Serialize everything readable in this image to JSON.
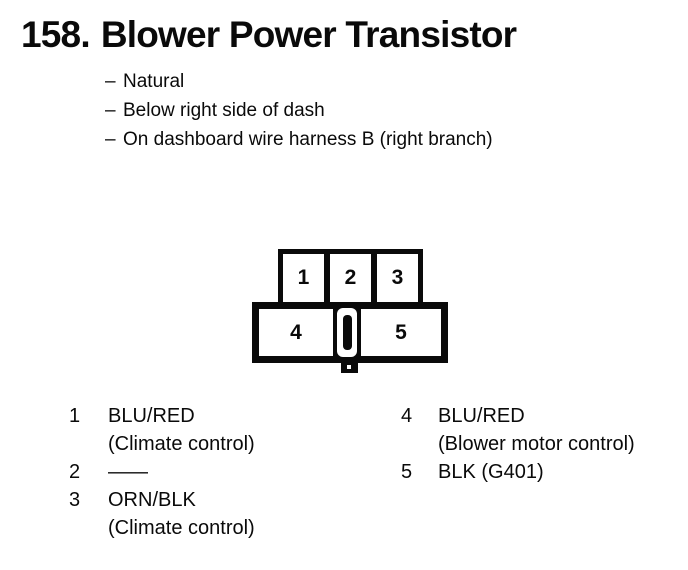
{
  "page": {
    "item_number": "158.",
    "title": "Blower Power Transistor"
  },
  "details": {
    "bullet_prefix": "–",
    "items": [
      "Natural",
      "Below right side of dash",
      "On dashboard wire harness B (right branch)"
    ]
  },
  "connector": {
    "top_row_pins": [
      "1",
      "2",
      "3"
    ],
    "bottom_left_pin": "4",
    "bottom_right_pin": "5"
  },
  "legend": {
    "left_column": [
      {
        "pin": "1",
        "wire": "BLU/RED",
        "note": "(Climate control)"
      },
      {
        "pin": "2",
        "wire": "——",
        "note": ""
      },
      {
        "pin": "3",
        "wire": "ORN/BLK",
        "note": "(Climate control)"
      }
    ],
    "right_column": [
      {
        "pin": "4",
        "wire": "BLU/RED",
        "note": "(Blower motor control)"
      },
      {
        "pin": "5",
        "wire": "BLK (G401)",
        "note": ""
      }
    ]
  },
  "colors": {
    "ink": "#0a0a0a",
    "paper": "#ffffff"
  }
}
